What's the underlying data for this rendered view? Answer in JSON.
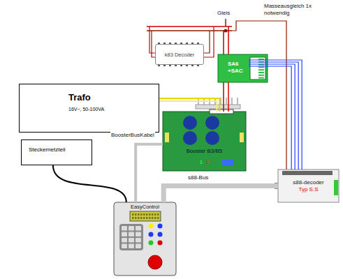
{
  "diagram": {
    "nodes": [
      {
        "text": [
          "k83 Decoder"
        ]
      },
      {
        "text": [
          "SA6 +SAC"
        ]
      },
      {
        "text": [
          "Trafo",
          "16V~, 50-100VA"
        ]
      },
      {
        "text": [
          "Booster B3/B5"
        ]
      },
      {
        "text": [
          "Steckernetzteil"
        ]
      },
      {
        "text": [
          "s88-decoder",
          "Typ S.S"
        ]
      },
      {
        "text": [
          "EasyControl"
        ]
      }
    ],
    "edges": [
      {
        "from": 2,
        "to": 3,
        "arrow": "none"
      },
      {
        "from": 3,
        "to": 1,
        "arrow": "none"
      },
      {
        "from": 4,
        "to": 6,
        "arrow": "none"
      },
      {
        "from": 3,
        "to": 6,
        "label": "BoosterBusKabel",
        "arrow": "none"
      },
      {
        "from": 6,
        "to": 5,
        "label": "s88-Bus",
        "arrow": "none"
      },
      {
        "from": 1,
        "to": 5,
        "arrow": "none"
      }
    ],
    "labels": [
      "Gleis",
      "Masseausgleich 1x notwendig",
      "1",
      "2"
    ]
  }
}
